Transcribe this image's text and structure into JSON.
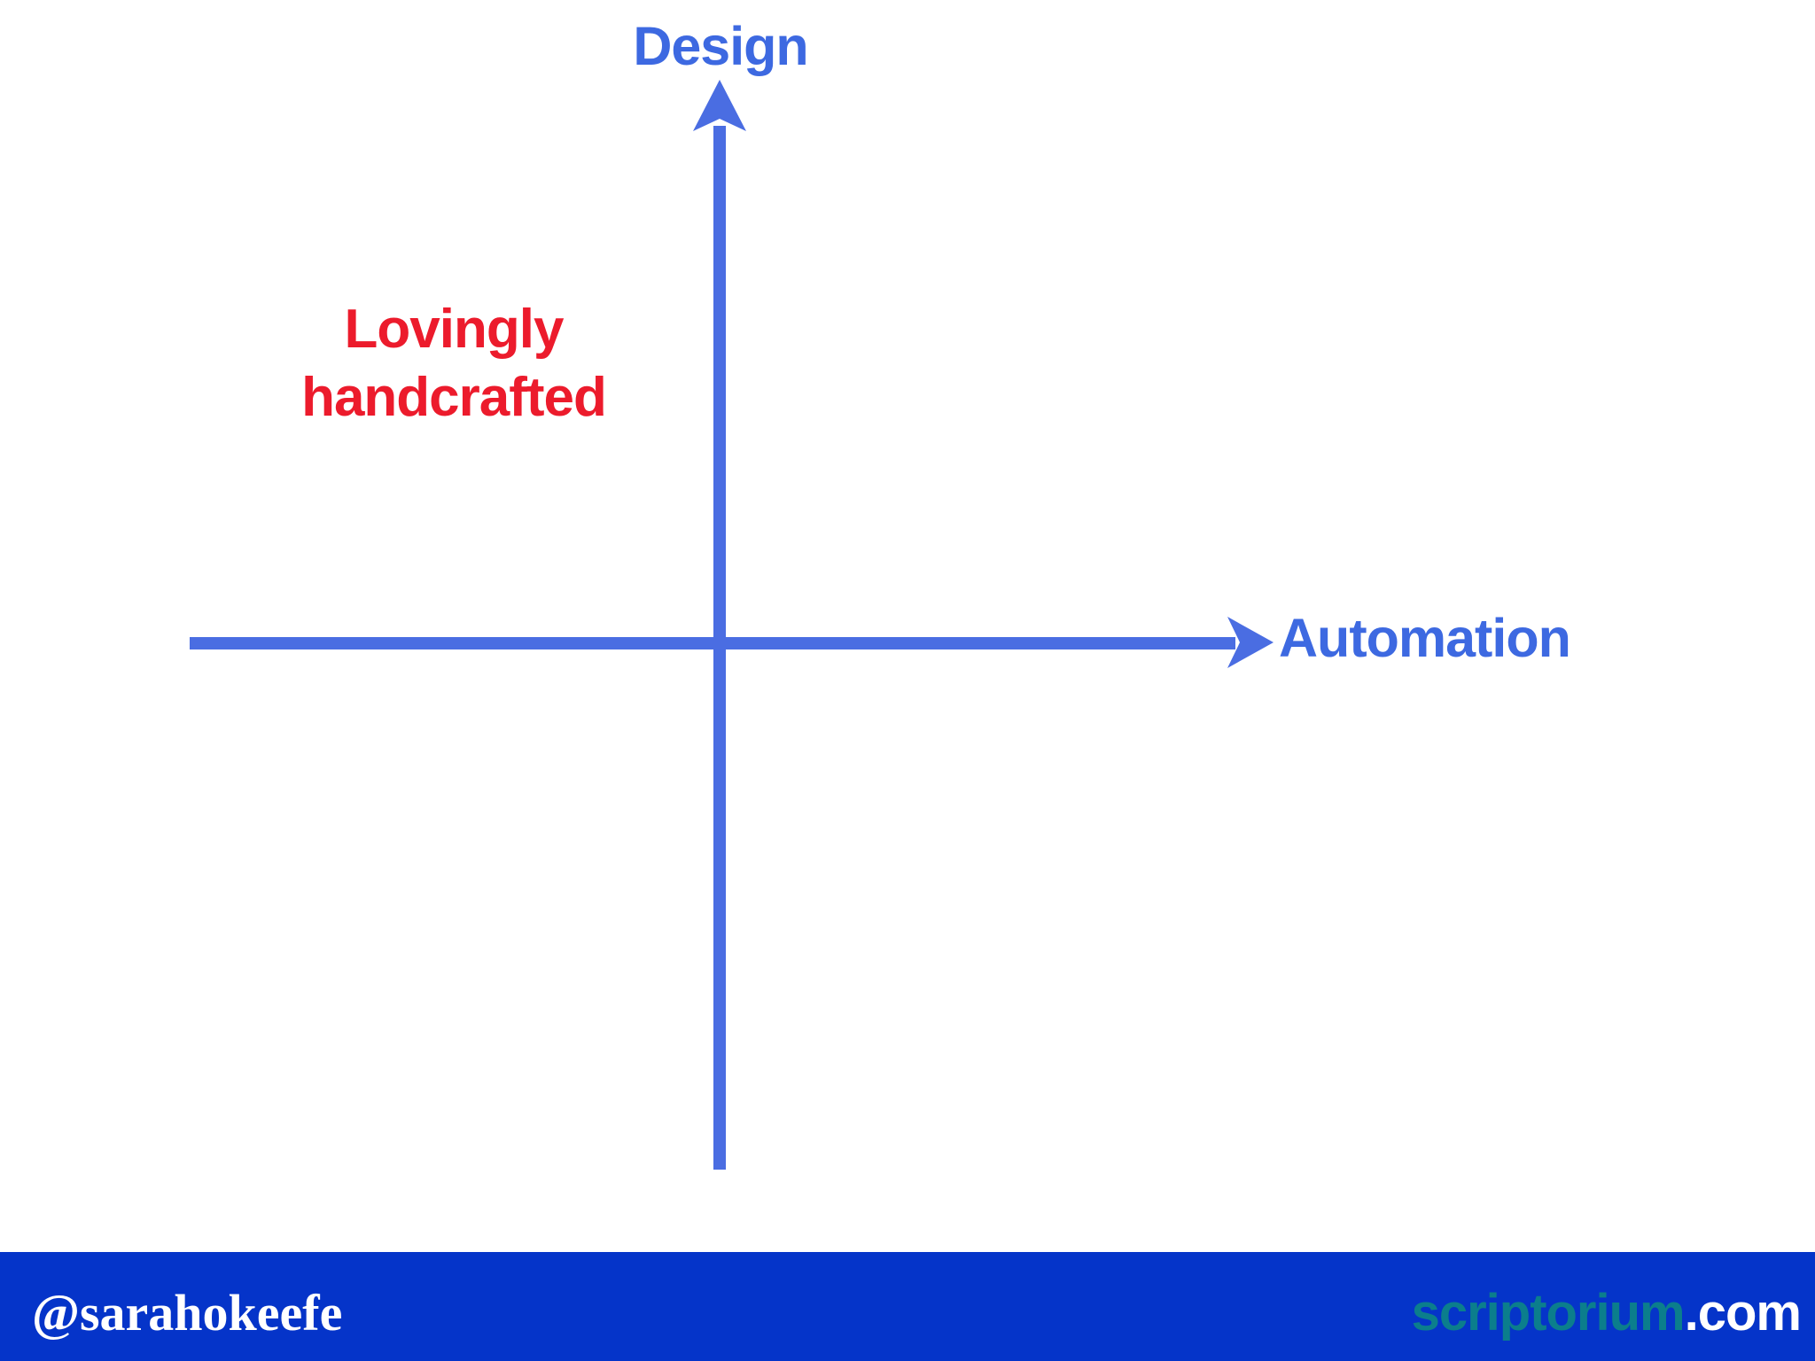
{
  "slide": {
    "background_color": "#ffffff"
  },
  "diagram": {
    "type": "quadrant-axes",
    "y_axis_label": "Design",
    "x_axis_label": "Automation",
    "quadrant_label_line1": "Lovingly",
    "quadrant_label_line2": "handcrafted",
    "quadrant_label_position": "upper-left",
    "axis_color": "#4a6de2",
    "axis_label_color": "#3d69e1",
    "quadrant_label_color": "#ec1b2c"
  },
  "footer": {
    "handle": "@sarahokeefe",
    "site_name": "scriptorium",
    "site_tld": ".com",
    "background_color": "#0534c9",
    "handle_color": "#ffffff",
    "site_name_color": "#0b7e8c",
    "site_tld_color": "#ffffff"
  }
}
